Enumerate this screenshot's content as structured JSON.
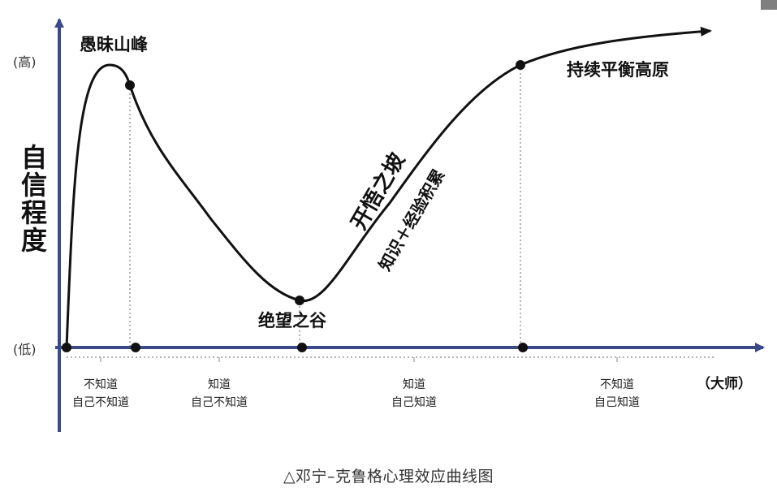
{
  "title": "邓宁-克鲁格心理效应曲线图",
  "caption": "△邓宁–克鲁格心理效应曲线图",
  "y_axis": {
    "title": "自信程度",
    "high_label": "(高)",
    "low_label": "(低)"
  },
  "x_axis": {
    "end_label": "（大师）"
  },
  "peaks": {
    "mount_stupid": "愚昧山峰",
    "valley_despair": "绝望之谷",
    "slope_enlightenment": "开悟之坡",
    "knowledge_experience": "知识＋经验积累",
    "plateau": "持续平衡高原"
  },
  "stages": [
    {
      "line1": "不知道",
      "line2": "自己不知道"
    },
    {
      "line1": "知道",
      "line2": "自己不知道"
    },
    {
      "line1": "知道",
      "line2": "自己知道"
    },
    {
      "line1": "不知道",
      "line2": "自己知道"
    }
  ],
  "colors": {
    "axis": "#3b4a86",
    "curve": "#111111",
    "guide": "#9a9a9a"
  }
}
